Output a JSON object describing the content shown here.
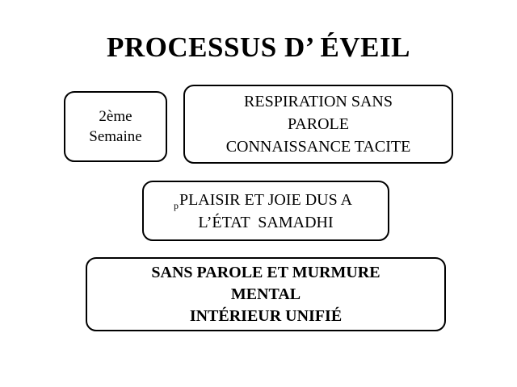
{
  "slide": {
    "title": "PROCESSUS D’ ÉVEIL",
    "background_color": "#ffffff",
    "text_color": "#000000",
    "border_color": "#000000",
    "boxes": [
      {
        "name": "week",
        "lines": [
          "2ème",
          "Semaine"
        ],
        "bold": false
      },
      {
        "name": "respiration",
        "lines": [
          "RESPIRATION SANS",
          "PAROLE",
          "CONNAISSANCE TACITE"
        ],
        "bold": false
      },
      {
        "name": "plaisir",
        "lines": [
          "PLAISIR ET JOIE DUS A",
          "L’ÉTAT  SAMADHI"
        ],
        "bold": false
      },
      {
        "name": "murmure",
        "lines": [
          "SANS PAROLE ET MURMURE",
          "MENTAL",
          "INTÉRIEUR UNIFIÉ"
        ],
        "bold": true
      }
    ],
    "artifacts": {
      "stray_glyph": "p"
    }
  }
}
